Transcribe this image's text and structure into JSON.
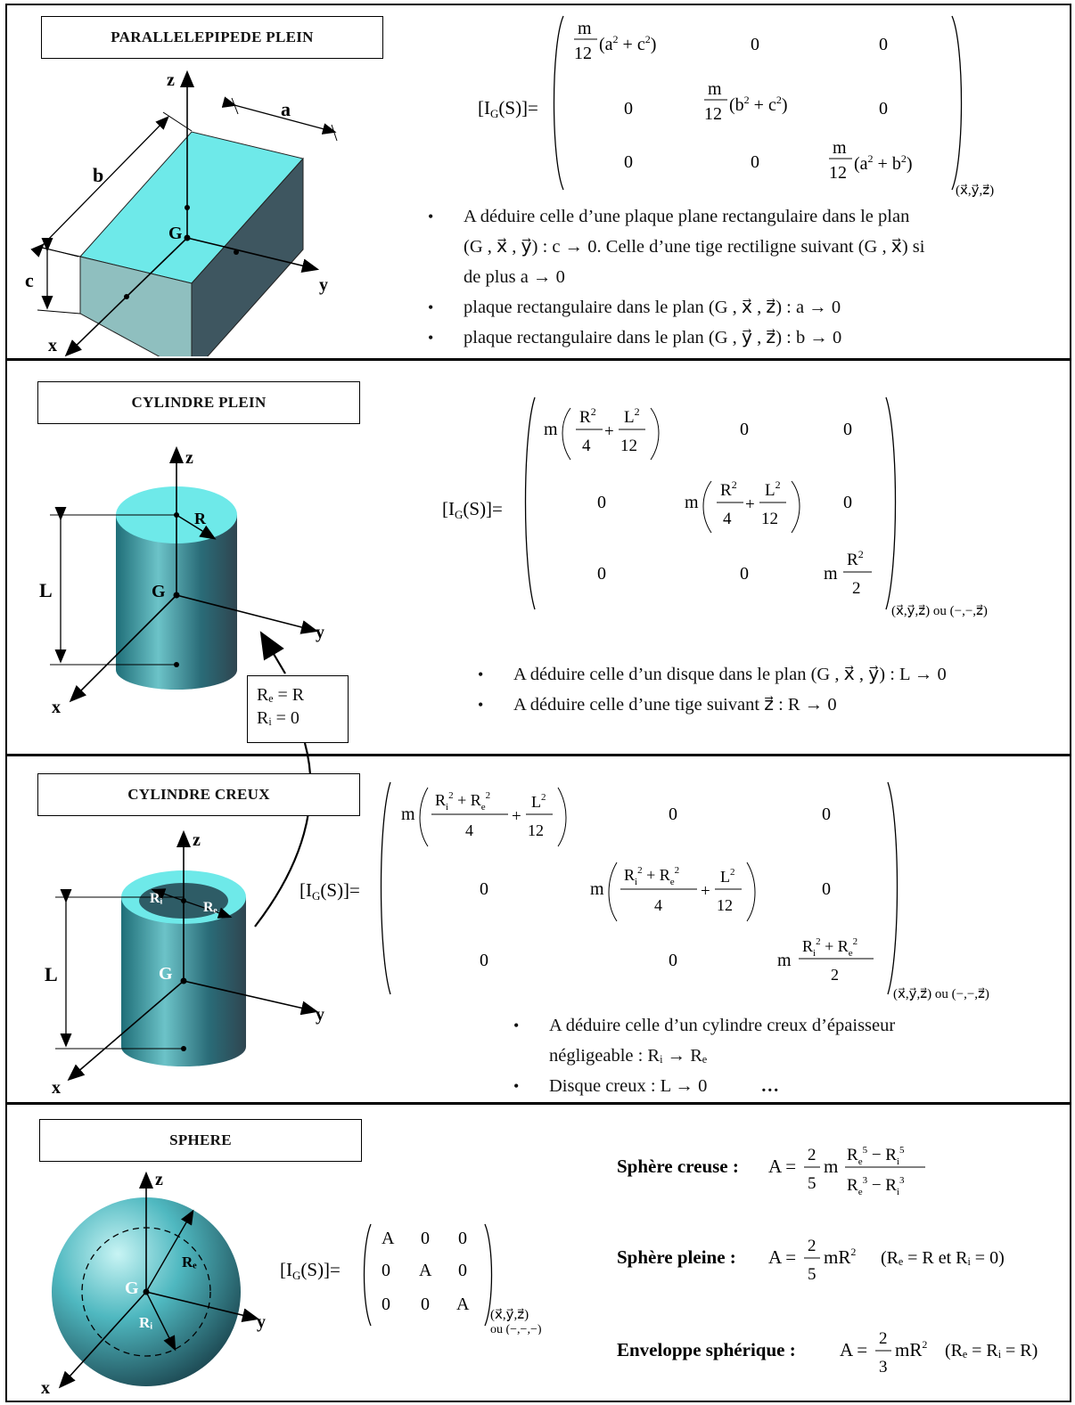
{
  "sections": {
    "parallelepipede": {
      "title": "PARALLELEPIPEDE PLEIN",
      "labels": {
        "z": "z⃗",
        "y": "y⃗",
        "x": "x⃗",
        "a": "a",
        "b": "b",
        "c": "c",
        "G": "G"
      },
      "formula_lhs": "[I_G(S)]=",
      "matrix": [
        [
          "m/12 (a² + c²)",
          "0",
          "0"
        ],
        [
          "0",
          "m/12 (b² + c²)",
          "0"
        ],
        [
          "0",
          "0",
          "m/12 (a² + b²)"
        ]
      ],
      "basis": "(x⃗,y⃗,z⃗)",
      "bullets": [
        "A déduire celle d’une plaque plane rectangulaire dans le plan",
        "(G , x⃗ , y⃗)  :  c → 0. Celle d’une tige rectiligne suivant (G , x⃗) si",
        "de plus  a → 0",
        "plaque rectangulaire dans le plan (G , x⃗ , z⃗) : a → 0",
        "plaque rectangulaire dans le plan (G , y⃗ , z⃗) : b → 0"
      ]
    },
    "cylindre_plein": {
      "title": "CYLINDRE PLEIN",
      "labels": {
        "z": "z⃗",
        "y": "y⃗",
        "x": "x⃗",
        "R": "R",
        "L": "L",
        "G": "G"
      },
      "formula_lhs": "[I_G(S)]=",
      "matrix": [
        [
          "m(R²/4 + L²/12)",
          "0",
          "0"
        ],
        [
          "0",
          "m(R²/4 + L²/12)",
          "0"
        ],
        [
          "0",
          "0",
          "m R²/2"
        ]
      ],
      "basis": "(x⃗,y⃗,z⃗)  ou  (−,−,z⃗)",
      "bullets": [
        "A déduire celle d’un disque dans le plan (G , x⃗ , y⃗)  : L → 0",
        "A déduire celle d’une tige suivant  z⃗  :  R → 0"
      ],
      "relation_box": [
        "Rₑ = R",
        "Rᵢ = 0"
      ]
    },
    "cylindre_creux": {
      "title": "CYLINDRE CREUX",
      "labels": {
        "z": "z⃗",
        "y": "y⃗",
        "x": "x⃗",
        "Ri": "Rᵢ",
        "Re": "Rₑ",
        "L": "L",
        "G": "G"
      },
      "formula_lhs": "[I_G(S)]=",
      "matrix": [
        [
          "m((Rᵢ² + Rₑ²)/4 + L²/12)",
          "0",
          "0"
        ],
        [
          "0",
          "m((Rᵢ² + Rₑ²)/4 + L²/12)",
          "0"
        ],
        [
          "0",
          "0",
          "m (Rᵢ² + Rₑ²)/2"
        ]
      ],
      "basis": "(x⃗,y⃗,z⃗)  ou  (−,−,z⃗)",
      "bullets": [
        "A déduire celle d’un cylindre creux d’épaisseur",
        "négligeable :   Rᵢ → Rₑ",
        "Disque creux : L → 0"
      ],
      "ellipsis": "…"
    },
    "sphere": {
      "title": "SPHERE",
      "labels": {
        "z": "z⃗",
        "y": "y⃗",
        "x": "x⃗",
        "Re": "Rₑ",
        "Ri": "Rᵢ",
        "G": "G"
      },
      "formula_lhs": "[I_G(S)]=",
      "matrix": [
        [
          "A",
          "0",
          "0"
        ],
        [
          "0",
          "A",
          "0"
        ],
        [
          "0",
          "0",
          "A"
        ]
      ],
      "basis_top": "(x⃗,y⃗,z⃗)",
      "basis_alt": "ou  (−,−,−)",
      "lines": [
        {
          "label": "Sphère creuse :",
          "formula": "A = 2/5 m (Rₑ⁵ − Rᵢ⁵)/(Rₑ³ − Rᵢ³)"
        },
        {
          "label": "Sphère pleine :",
          "formula": "A = 2/5 mR²",
          "note": "(Rₑ = R et Rᵢ = 0)"
        },
        {
          "label": "Enveloppe sphérique :",
          "formula": "A = 2/3 mR²",
          "note": "(Rₑ = Rᵢ = R)"
        }
      ]
    }
  },
  "colors": {
    "cyan_face": "#6EE9E9",
    "dark_face": "#3E5660",
    "side_face": "#8FC0C0",
    "cyl_body": "#2E7C86"
  }
}
